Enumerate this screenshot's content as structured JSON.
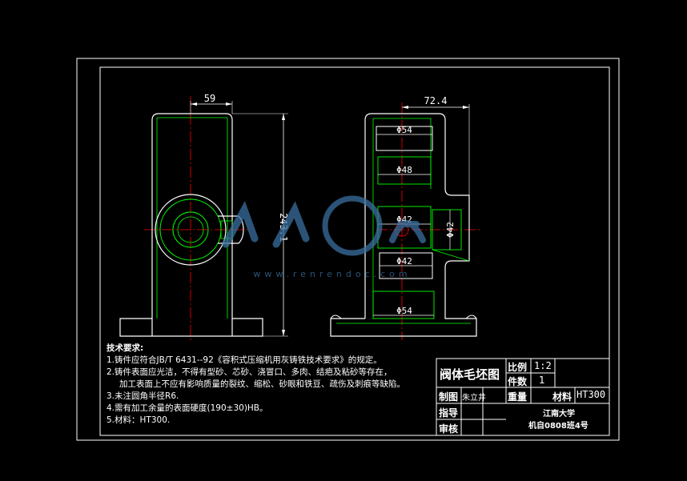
{
  "drawing": {
    "dimensions": {
      "width_front": "59",
      "height_front": "243.1",
      "width_side": "72.4",
      "dia_top": "Φ54",
      "dia_upper": "Φ48",
      "dia_mid": "Φ42",
      "dia_side": "Φ42",
      "dia_lower": "Φ42",
      "dia_bottom": "Φ54"
    },
    "watermark": {
      "text": "www.renrendoc.com"
    }
  },
  "tech_notes": {
    "title": "技术要求:",
    "lines": [
      "1.铸件应符合JB/T 6431--92《容积式压缩机用灰铸铁技术要求》的规定。",
      "2.铸件表面应光洁，不得有型砂、芯砂、浇冒口、多肉、结疤及粘砂等存在，",
      "加工表面上不应有影响质量的裂纹、缩松、砂眼和铁豆、疏伤及刺痕等缺陷。",
      "3.未注圆角半径R6.",
      "4.需有加工余量的表面硬度(190±30)HB。",
      "5.材料：HT300."
    ]
  },
  "title_block": {
    "part_name": "阀体毛坯图",
    "scale_label": "比例",
    "scale_value": "1:2",
    "qty_label": "件数",
    "qty_value": "1",
    "weight_label": "重量",
    "material_label": "材料",
    "material_value": "HT300",
    "drawn_label": "制图",
    "drawn_by": "朱立井",
    "guide_label": "指导",
    "review_label": "审核",
    "school": "江南大学",
    "class_info": "机自0808班4号"
  },
  "colors": {
    "background": "#000000",
    "outline": "#ffffff",
    "hidden_lines": "#00ff00",
    "center_lines": "#ff0000",
    "dimension": "#ffffff",
    "watermark": "#3a6f9f"
  }
}
